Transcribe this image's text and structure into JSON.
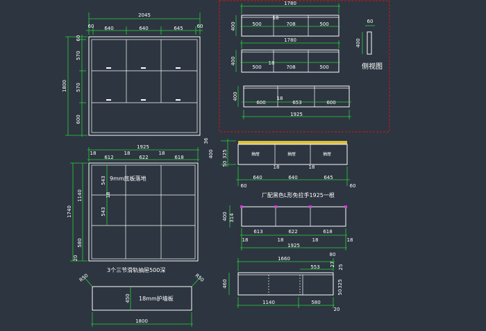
{
  "colors": {
    "background": "#2d3540",
    "dimension": "#28d23c",
    "outline": "#ffffff",
    "highlight_box": "#d01818",
    "handle_strip": "#d8c040",
    "marker": "#d040d0"
  },
  "labels": {
    "side_view": "侧视图",
    "floor_panel": "9mm底板落地",
    "handle_note": "厂配黑色L形免拉手1925一根",
    "drawer_note": "3个三节滑轨抽屉500深",
    "guard_panel": "18mm护墙板",
    "drawer": "抽屉"
  },
  "dims": {
    "front_total": "2045",
    "front_l": "60",
    "front_r": "60",
    "front_a": "640",
    "front_b": "640",
    "front_c": "645",
    "front_h_total": "1800",
    "front_h_top": "60",
    "front_h_1": "570",
    "front_h_2": "570",
    "front_h_3": "600",
    "top1_total": "1780",
    "top1_a": "500",
    "top1_b": "708",
    "top1_c": "500",
    "top1_gap": "18",
    "top1_h": "400",
    "top2_total": "1780",
    "top2_a": "500",
    "top2_b": "708",
    "top2_c": "500",
    "top2_gap": "18",
    "top2_h": "400",
    "top3_total": "1925",
    "top3_a": "600",
    "top3_b": "653",
    "top3_c": "600",
    "top3_gap": "18",
    "top3_h": "400",
    "side_w": "60",
    "side_h": "400",
    "body_total": "1925",
    "body_a": "612",
    "body_b": "622",
    "body_c": "618",
    "body_gap": "18",
    "body_h_total": "1740",
    "body_h_1": "1140",
    "body_h_2": "580",
    "body_h_bottom": "20",
    "body_543a": "543",
    "body_543b": "543",
    "body_18": "18",
    "drw_h_top": "36",
    "drw_h_mid": "325",
    "drw_h_total": "400",
    "drw_h_bot": "50",
    "drw_a": "640",
    "drw_b": "640",
    "drw_c": "645",
    "drw_l": "60",
    "drw_r": "60",
    "drw_18a": "18",
    "drw_18b": "18",
    "plan_total": "1925",
    "plan_a": "613",
    "plan_b": "622",
    "plan_c": "618",
    "plan_g1": "18",
    "plan_g2": "18",
    "plan_g3": "18",
    "plan_g4": "18",
    "plan_h_a": "400",
    "plan_h_b": "314",
    "low_total": "1660",
    "low_80": "80",
    "low_553": "553",
    "low_27": "27",
    "low_25": "25",
    "low_h": "460",
    "low_325": "325",
    "low_50": "50",
    "low_a": "1140",
    "low_b": "580",
    "low_20": "20",
    "guard_total": "1800",
    "guard_l": "R50",
    "guard_r": "R50",
    "guard_h": "450"
  }
}
